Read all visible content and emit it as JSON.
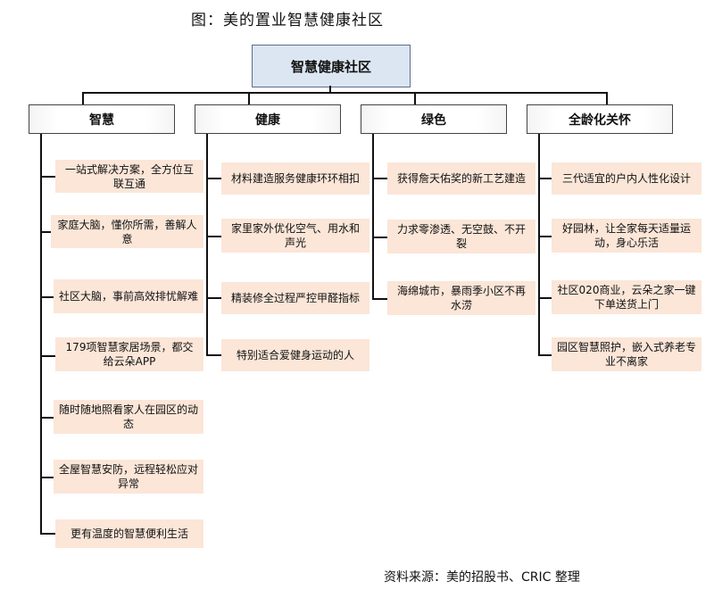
{
  "title": "图：美的置业智慧健康社区",
  "root": "智慧健康社区",
  "categories": [
    {
      "label": "智慧",
      "items": [
        "一站式解决方案，全方位互联互通",
        "家庭大脑，懂你所需，善解人意",
        "社区大脑，事前高效排忧解难",
        "179项智慧家居场景，都交给云朵APP",
        "随时随地照看家人在园区的动态",
        "全屋智慧安防，远程轻松应对异常",
        "更有温度的智慧便利生活"
      ]
    },
    {
      "label": "健康",
      "items": [
        "材料建造服务健康环环相扣",
        "家里家外优化空气、用水和声光",
        "精装修全过程严控甲醛指标",
        "特别适合爱健身运动的人"
      ]
    },
    {
      "label": "绿色",
      "items": [
        "获得詹天佑奖的新工艺建造",
        "力求零渗透、无空鼓、不开裂",
        "海绵城市，暴雨季小区不再水涝"
      ]
    },
    {
      "label": "全龄化关怀",
      "items": [
        "三代适宜的户内人性化设计",
        "好园林，让全家每天适量运动，身心乐活",
        "社区020商业，云朵之家一键下单送货上门",
        "园区智慧照护，嵌入式养老专业不离家"
      ]
    }
  ],
  "source": "资料来源：美的招股书、CRIC 整理"
}
